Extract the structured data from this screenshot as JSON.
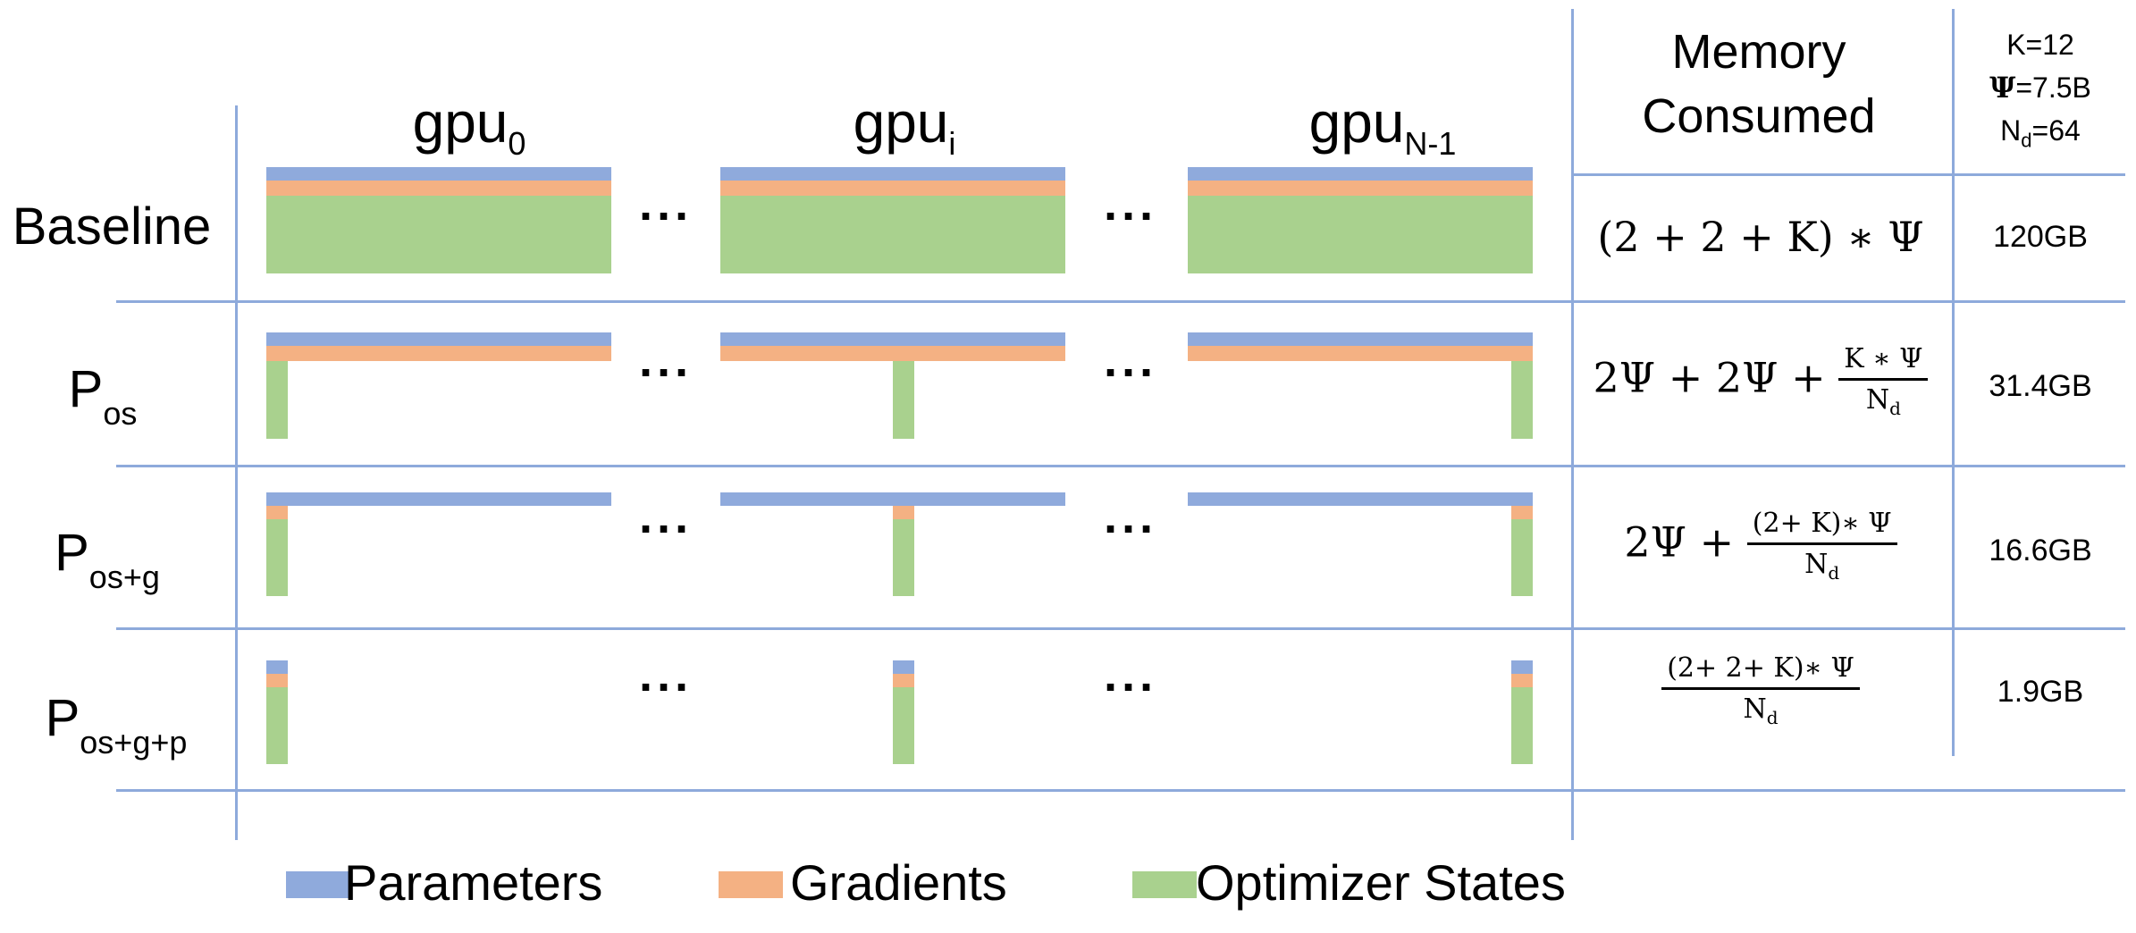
{
  "gpus": [
    {
      "base": "gpu",
      "sub": "0"
    },
    {
      "base": "gpu",
      "sub": "i"
    },
    {
      "base": "gpu",
      "sub": "N-1"
    }
  ],
  "ellipsis": "···",
  "rows": [
    {
      "base": "Baseline",
      "sub": ""
    },
    {
      "base": "P",
      "sub": "os"
    },
    {
      "base": "P",
      "sub": "os+g"
    },
    {
      "base": "P",
      "sub": "os+g+p"
    }
  ],
  "header": {
    "memory_line1": "Memory",
    "memory_line2": "Consumed",
    "k": "K=12",
    "psi_symbol": "Ψ",
    "psi_value": "=7.5B",
    "nd_base": "N",
    "nd_sub": "d",
    "nd_value": "=64"
  },
  "formulas": {
    "baseline": "(2 + 2 + K) ∗ Ψ",
    "pos_prefix": "2Ψ + 2Ψ + ",
    "pos_num": "K ∗ Ψ",
    "posg_prefix": "2Ψ + ",
    "posg_num": "(2+ K)∗ Ψ",
    "posgp_num": "(2+ 2+ K)∗ Ψ",
    "den_base": "N",
    "den_sub": "d"
  },
  "values": [
    "120GB",
    "31.4GB",
    "16.6GB",
    "1.9GB"
  ],
  "legend": [
    "Parameters",
    "Gradients",
    "Optimizer States"
  ],
  "colors": {
    "parameters": "#8faadc",
    "gradients": "#f4b183",
    "optimizer_states": "#a9d18e",
    "grid_lines": "#8eaadb"
  }
}
